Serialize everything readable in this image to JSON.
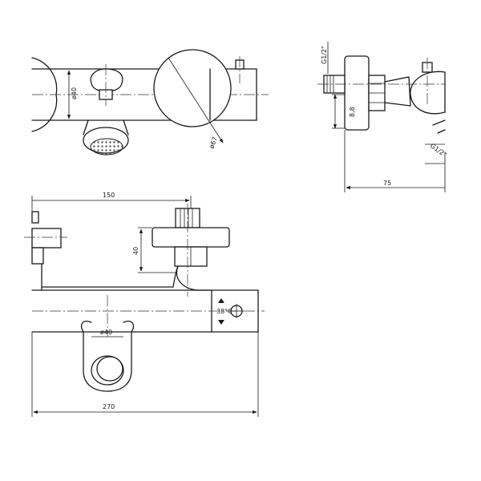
{
  "drawing": {
    "top_view": {
      "dim_diameter_small": "ø40",
      "dim_diameter_large": "ø67"
    },
    "side_view": {
      "dim_thread_top": "G1/2\"",
      "dim_height": "8,8",
      "dim_thread_bottom": "G1/2\"",
      "dim_depth": "75"
    },
    "front_view": {
      "dim_outlet_distance": "150",
      "dim_outlet_height": "40",
      "dim_spout_diameter": "ø40",
      "dim_total_width": "270",
      "temperature_label": "38°C"
    },
    "colors": {
      "line": "#1a1a1a",
      "background": "#ffffff"
    }
  }
}
